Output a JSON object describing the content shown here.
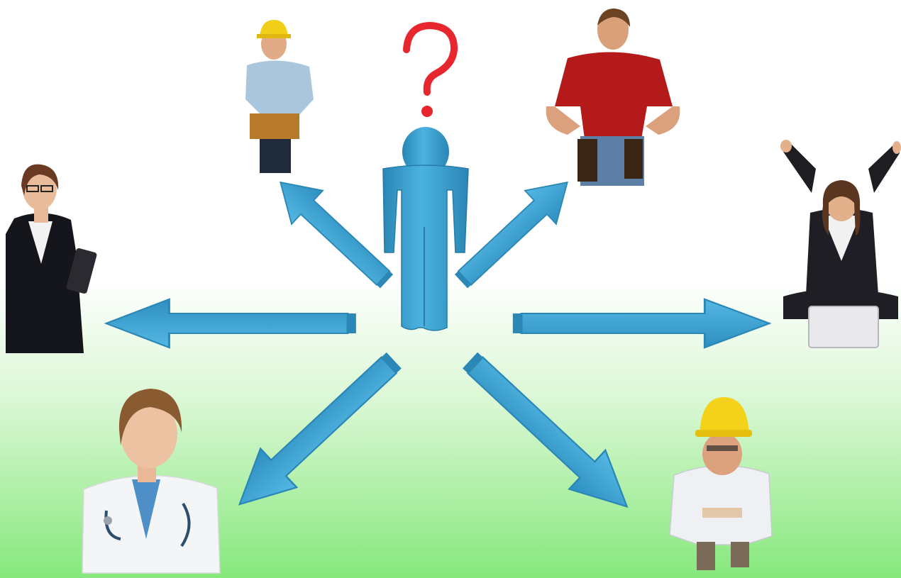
{
  "scene": {
    "center_symbol": "?",
    "figures": [
      {
        "id": "businesswoman",
        "role": "businesswoman-with-folder"
      },
      {
        "id": "hardhat-worker",
        "role": "construction-worker-with-tool-belt"
      },
      {
        "id": "handyman",
        "role": "handyman-in-red-shirt"
      },
      {
        "id": "cheering-woman",
        "role": "woman-with-laptop-cheering"
      },
      {
        "id": "doctor",
        "role": "doctor-with-stethoscope"
      },
      {
        "id": "engineer",
        "role": "engineer-in-yellow-hardhat"
      }
    ],
    "arrow_count": 6
  },
  "colors": {
    "background_top": "#ffffff",
    "background_bottom": "#86e87c",
    "arrow": "#3da6d6",
    "arrow_dark": "#2b87b6",
    "central_figure": "#3aa3d3",
    "question_mark": "#e8262e"
  }
}
